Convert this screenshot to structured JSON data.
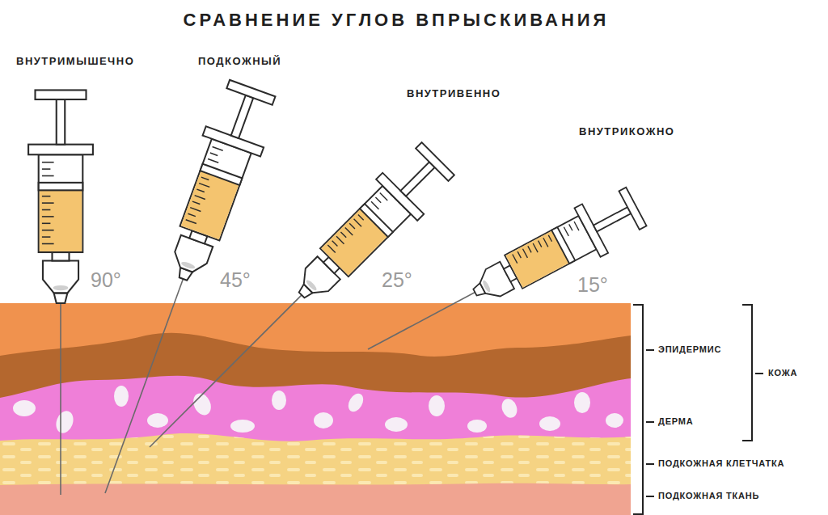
{
  "diagram": {
    "title": "СРАВНЕНИЕ УГЛОВ ВПРЫСКИВАНИЯ",
    "labels": [
      "ВНУТРИМЫШЕЧНО",
      "ПОДКОЖНЫЙ",
      "ВНУТРИВЕННО",
      "ВНУТРИКОЖНО",
      "90°",
      "45°",
      "25°",
      "15°",
      "ЭПИДЕРМИС",
      "КОЖА",
      "ДЕРМА",
      "ПОДКОЖНАЯ КЛЕТЧАТКА",
      "ПОДКОЖНАЯ ТКАНЬ"
    ]
  }
}
